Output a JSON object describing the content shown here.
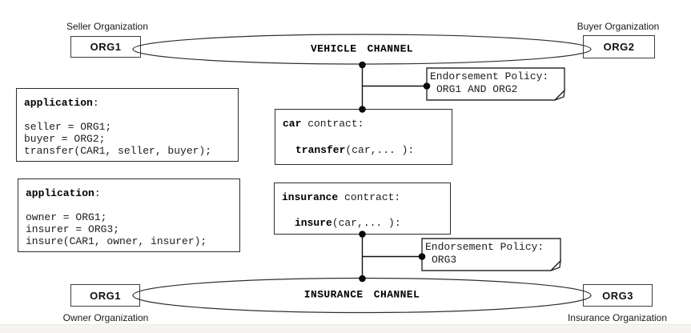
{
  "vehicle_section": {
    "seller_label": "Seller Organization",
    "seller_org": "ORG1",
    "channel": "VEHICLE CHANNEL",
    "buyer_label": "Buyer Organization",
    "buyer_org": "ORG2",
    "endorsement": {
      "title": "Endorsement Policy:",
      "policy": "ORG1 AND ORG2"
    },
    "contract": {
      "name_kw": "car",
      "name_rest": " contract:",
      "fn_kw": "transfer",
      "fn_rest": "(car,... ):"
    },
    "application": {
      "title_kw": "application",
      "title_rest": ":",
      "lines": [
        "seller = ORG1;",
        "buyer = ORG2;",
        "transfer(CAR1, seller, buyer);"
      ]
    }
  },
  "insurance_section": {
    "owner_label": "Owner Organization",
    "owner_org": "ORG1",
    "channel": "INSURANCE CHANNEL",
    "insurer_label": "Insurance Organization",
    "insurer_org": "ORG3",
    "endorsement": {
      "title": "Endorsement Policy:",
      "policy": "ORG3"
    },
    "contract": {
      "name_kw": "insurance",
      "name_rest": " contract:",
      "fn_kw": "insure",
      "fn_rest": "(car,... ):"
    },
    "application": {
      "title_kw": "application",
      "title_rest": ":",
      "lines": [
        "owner = ORG1;",
        "insurer = ORG3;",
        "insure(CAR1, owner, insurer);"
      ]
    }
  },
  "colors": {
    "line": "#2e2e2e",
    "dot": "#0a0a0a",
    "background": "#ffffff"
  }
}
